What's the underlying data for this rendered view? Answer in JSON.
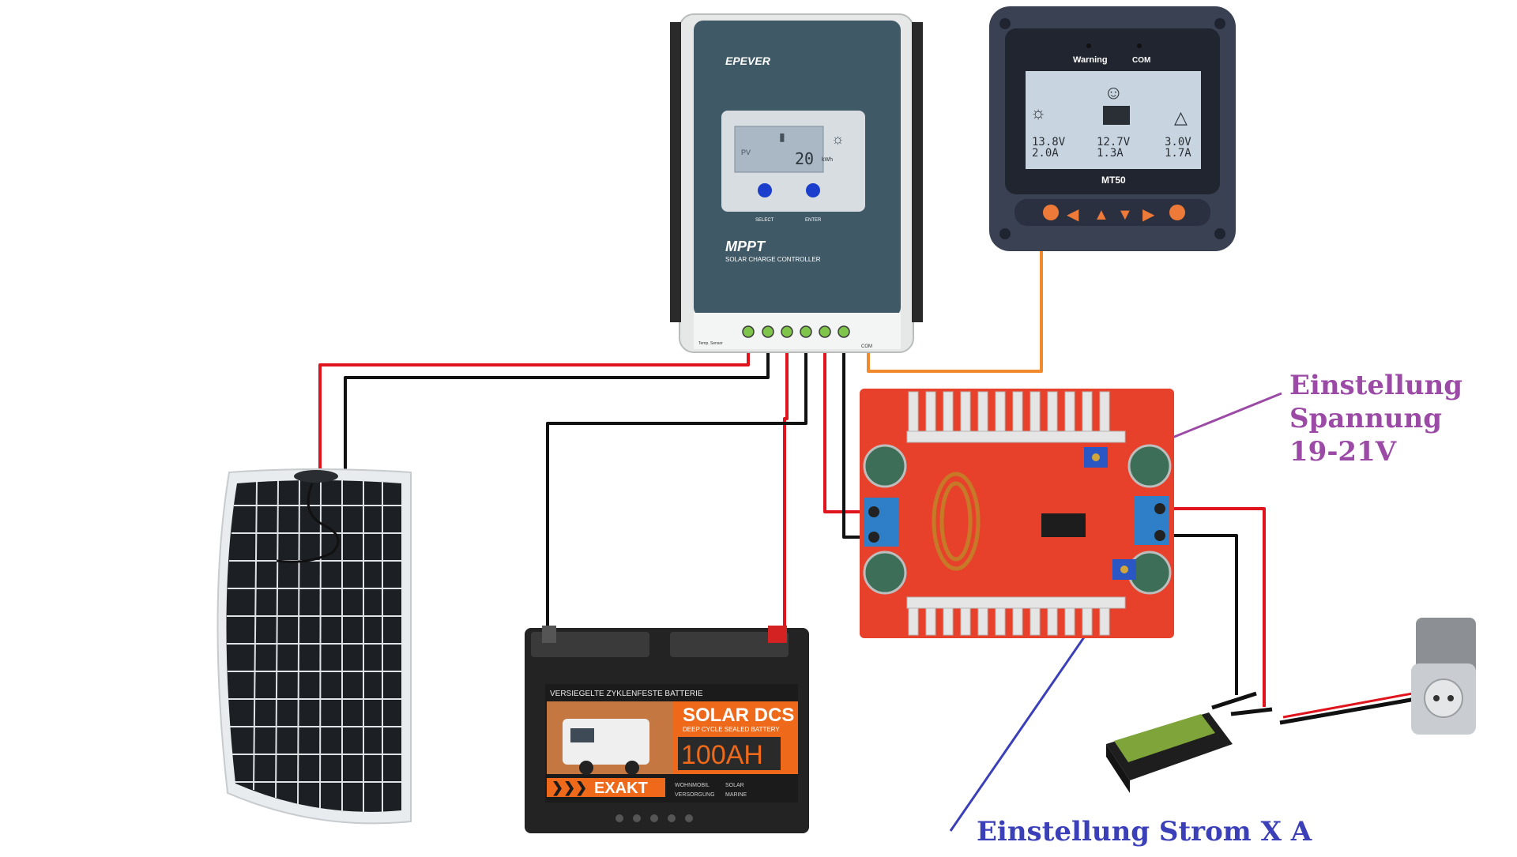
{
  "controller": {
    "brand": "EPEVER",
    "type_label": "MPPT",
    "subtitle": "SOLAR CHARGE CONTROLLER",
    "lcd_value": "20",
    "lcd_unit": "kWh",
    "lcd_pv": "PV",
    "button_select": "SELECT",
    "button_enter": "ENTER",
    "temp_label": "Temp. Sensor",
    "com_label": "COM"
  },
  "meter": {
    "model": "MT50",
    "warning_label": "Warning",
    "com_label": "COM",
    "pv": {
      "voltage": "13.8V",
      "current": "2.0A"
    },
    "battery": {
      "voltage": "12.7V",
      "current": "1.3A"
    },
    "load": {
      "voltage": "3.0V",
      "current": "1.7A"
    }
  },
  "battery": {
    "top_label": "VERSIEGELTE ZYKLENFESTE BATTERIE",
    "product": "SOLAR DCS",
    "product_sub": "DEEP CYCLE SEALED BATTERY",
    "capacity": "100AH",
    "brand": "EXAKT",
    "feature_1": "WOHNMOBIL",
    "feature_2": "VERSORGUNG",
    "feature_3": "SOLAR",
    "feature_4": "MARINE"
  },
  "annotations": {
    "voltage_line1": "Einstellung",
    "voltage_line2": "Spannung",
    "voltage_line3": "19-21V",
    "current": "Einstellung Strom X A"
  },
  "colors": {
    "wire_red": "#e0141c",
    "wire_black": "#111111",
    "wire_orange": "#f08a2c",
    "annotation_purple": "#9b4aa6",
    "annotation_blue": "#3b40b8",
    "controller_panel": "#3f5967",
    "converter_board": "#e8412b"
  }
}
